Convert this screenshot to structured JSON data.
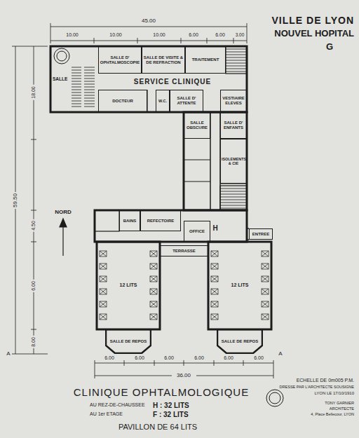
{
  "diagram": {
    "title": "VILLE DE LYON",
    "caption": "CLINIQUE OPHTALMOLOGIQUE",
    "nodes": [
      {
        "text": [
          "SALLE"
        ]
      },
      {
        "text": [
          "SALLE D' OPHTALMOSCOPIE"
        ]
      },
      {
        "text": [
          "SALLE DE VISITE & DE REFRACTION"
        ]
      },
      {
        "text": [
          "TRAITEMENT"
        ]
      },
      {
        "text": [
          "SERVICE CLINIQUE"
        ]
      },
      {
        "text": [
          "DOCTEUR"
        ]
      },
      {
        "text": [
          "W.C."
        ]
      },
      {
        "text": [
          "SALLE D' ATTENTE"
        ]
      },
      {
        "text": [
          "VESTIAIRE ELEVES"
        ]
      },
      {
        "text": [
          "SALLE OBSCURE"
        ]
      },
      {
        "text": [
          "SALLE D' ENFANTS"
        ]
      },
      {
        "text": [
          "ISOLEMENTS & CIE"
        ]
      },
      {
        "text": [
          "BAINS"
        ]
      },
      {
        "text": [
          "REFECTOIRE"
        ]
      },
      {
        "text": [
          "OFFICE"
        ]
      },
      {
        "text": [
          "ENTREE"
        ]
      },
      {
        "text": [
          "TERRASSE"
        ]
      },
      {
        "text": [
          "12 LITS"
        ]
      },
      {
        "text": [
          "12 LITS"
        ]
      },
      {
        "text": [
          "SALLE DE REPOS"
        ]
      },
      {
        "text": [
          "SALLE DE REPOS"
        ]
      }
    ],
    "labels": [
      "NOUVEL HOPITAL",
      "G",
      "45.00",
      "10.00",
      "10.00",
      "10.00",
      "6.00",
      "6.00",
      "3.00",
      "59.50",
      "18.00",
      "4.50",
      "6.00",
      "8.00",
      "NORD",
      "6.00",
      "6.00",
      "6.00",
      "6.00",
      "6.00",
      "6.00",
      "36.00",
      "A",
      "A",
      "ECHELLE DE 0m005 P.M.",
      "DRESSE PAR L'ARCHITECTE SOUSIGNE",
      "LYON LE 17/10/1910",
      "AU REZ-DE-CHAUSSEE",
      "H : 32 LITS",
      "AU 1er ETAGE",
      "F : 32 LITS",
      "PAVILLON DE 64 LITS",
      "H",
      "TONY GARNIER",
      "ARCHITECTE",
      "4, Place Bellecour, LYON"
    ]
  }
}
